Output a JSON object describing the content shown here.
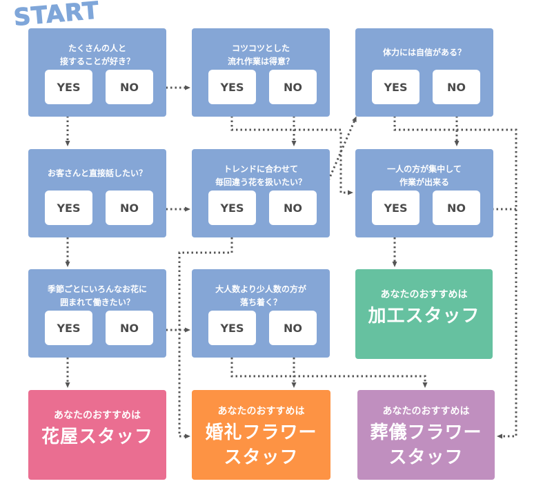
{
  "start_label": "START",
  "questions": [
    {
      "text": "たくさんの人と\n接することが好き？",
      "yes": "YES",
      "no": "NO"
    },
    {
      "text": "コツコツとした\n流れ作業は得意？",
      "yes": "YES",
      "no": "NO"
    },
    {
      "text": "体力には自信がある？",
      "yes": "YES",
      "no": "NO"
    },
    {
      "text": "お客さんと直接話したい？",
      "yes": "YES",
      "no": "NO"
    },
    {
      "text": "トレンドに合わせて\n毎回違う花を扱いたい？",
      "yes": "YES",
      "no": "NO"
    },
    {
      "text": "一人の方が集中して\n作業が出来る",
      "yes": "YES",
      "no": "NO"
    },
    {
      "text": "季節ごとにいろんなお花に\n囲まれて働きたい？",
      "yes": "YES",
      "no": "NO"
    },
    {
      "text": "大人数より少人数の方が\n落ち着く？",
      "yes": "YES",
      "no": "NO"
    }
  ],
  "results": [
    {
      "sub": "あなたのおすすめは",
      "title": "加工スタッフ",
      "color": "#66c1a0"
    },
    {
      "sub": "あなたのおすすめは",
      "title": "花屋スタッフ",
      "color": "#ea6e91"
    },
    {
      "sub": "あなたのおすすめは",
      "title": "婚礼フラワー\nスタッフ",
      "color": "#fd9344"
    },
    {
      "sub": "あなたのおすすめは",
      "title": "葬儀フラワー\nスタッフ",
      "color": "#c08fbf"
    }
  ],
  "colors": {
    "question": "#85a6d6",
    "connector": "#555555",
    "start": "#7fa6d9"
  }
}
